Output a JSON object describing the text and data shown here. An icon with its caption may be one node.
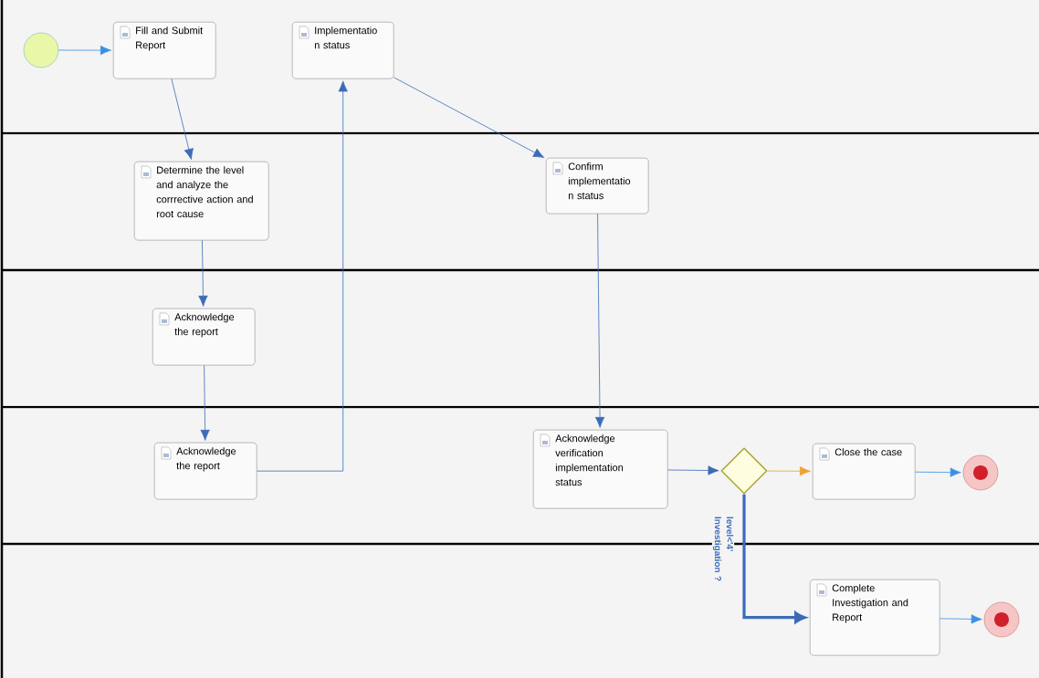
{
  "diagram": {
    "nodes": [
      {
        "text": [],
        "shape": "circle"
      },
      {
        "text": [
          "Fill and Submit Report"
        ]
      },
      {
        "text": [
          "Implementatio n status"
        ]
      },
      {
        "text": [
          "Determine the level and analyze the corrrective action and root cause"
        ]
      },
      {
        "text": [
          "Confirm implementatio n status"
        ]
      },
      {
        "text": [
          "Acknowledge the report"
        ]
      },
      {
        "text": [
          "Acknowledge the report"
        ]
      },
      {
        "text": [
          "Acknowledge verification implementation status"
        ]
      },
      {
        "text": [],
        "shape": "diamond"
      },
      {
        "text": [
          "Close the case"
        ]
      },
      {
        "text": [],
        "shape": "circle"
      },
      {
        "text": [
          "Complete Investigation and Report"
        ]
      },
      {
        "text": [],
        "shape": "circle"
      }
    ],
    "edges": [
      {
        "from": 0,
        "to": 1,
        "arrow": "to",
        "color": "#3a8ee6"
      },
      {
        "from": 1,
        "to": 3,
        "arrow": "to"
      },
      {
        "from": 3,
        "to": 5,
        "arrow": "to"
      },
      {
        "from": 5,
        "to": 6,
        "arrow": "to"
      },
      {
        "from": 6,
        "to": 2,
        "arrow": "to"
      },
      {
        "from": 2,
        "to": 4,
        "arrow": "to"
      },
      {
        "from": 4,
        "to": 7,
        "arrow": "to"
      },
      {
        "from": 7,
        "to": 8,
        "arrow": "to"
      },
      {
        "from": 8,
        "to": 9,
        "arrow": "to",
        "color": "#f0a030"
      },
      {
        "from": 9,
        "to": 10,
        "arrow": "to",
        "color": "#3a8ee6"
      },
      {
        "from": 8,
        "to": 11,
        "arrow": "to",
        "style": "thick",
        "label": "level<'4' Investigation ?"
      },
      {
        "from": 11,
        "to": 12,
        "arrow": "to",
        "color": "#3a8ee6"
      }
    ]
  }
}
